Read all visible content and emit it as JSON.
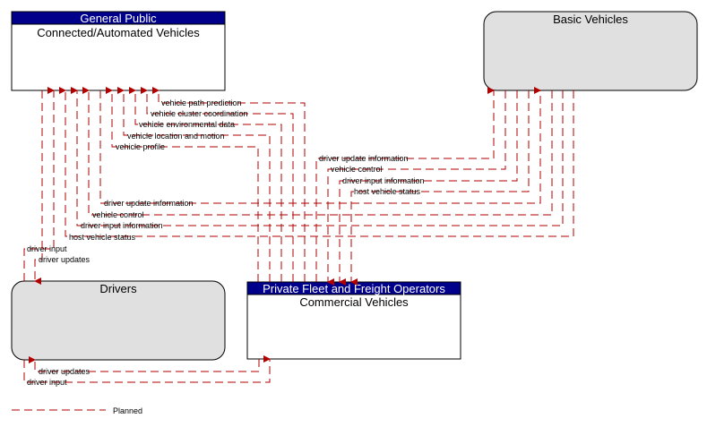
{
  "nodes": {
    "cav": {
      "header": "General Public",
      "title": "Connected/Automated Vehicles"
    },
    "basic": {
      "title": "Basic Vehicles"
    },
    "drivers": {
      "title": "Drivers"
    },
    "commercial": {
      "header": "Private Fleet and Freight Operators",
      "title": "Commercial Vehicles"
    }
  },
  "flows": {
    "cv_to_cav": [
      "vehicle path prediction",
      "vehicle cluster coordination",
      "vehicle environmental data",
      "vehicle location and motion",
      "vehicle profile"
    ],
    "basic_to_cv": [
      "driver update information",
      "vehicle control",
      "driver input information",
      "host vehicle status"
    ],
    "basic_to_cav": [
      "driver update information",
      "vehicle control",
      "driver input information",
      "host vehicle status"
    ],
    "drivers_cav": [
      "driver input",
      "driver updates"
    ],
    "drivers_cv": [
      "driver updates",
      "driver input"
    ]
  },
  "legend": {
    "label": "Planned"
  },
  "colors": {
    "flow": "#b00000",
    "header_bg": "#00008b",
    "box_fill": "#e0e0e0"
  }
}
